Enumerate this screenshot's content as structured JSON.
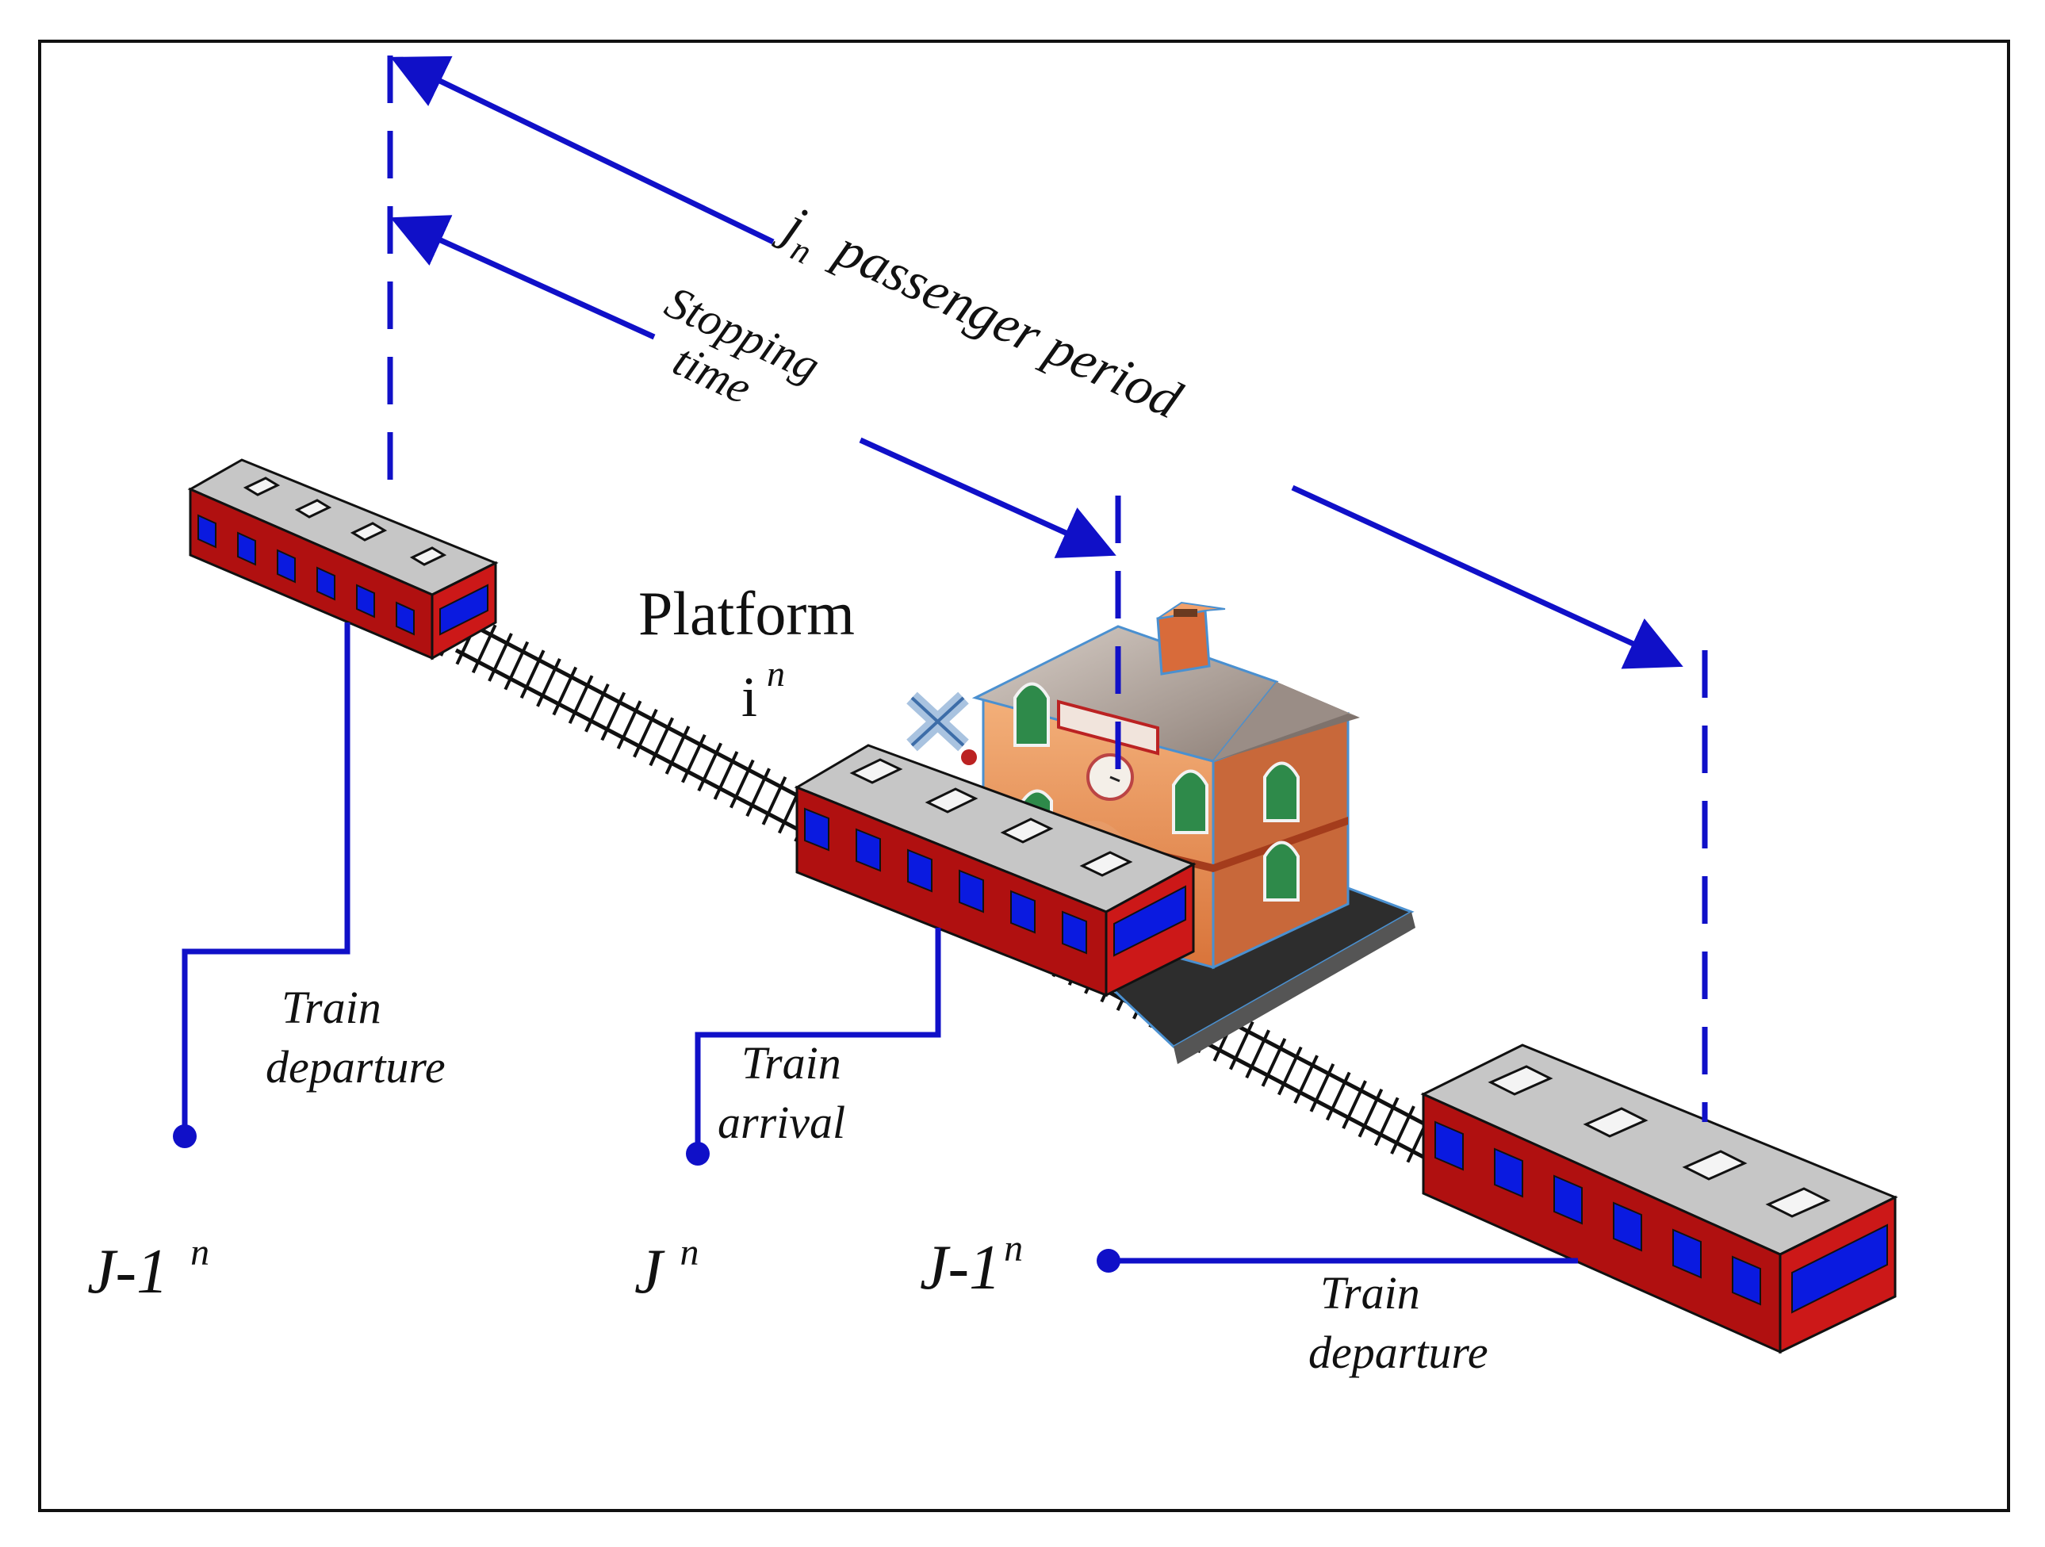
{
  "labels": {
    "period": "passenger period",
    "period_var": "j",
    "period_sub": "n",
    "stopping_line1": "Stopping",
    "stopping_line2": "time",
    "platform_line1": "Platform",
    "platform_base": "i",
    "platform_sup": "n",
    "dep_left_line1": "Train",
    "dep_left_line2": "departure",
    "arrival_line1": "Train",
    "arrival_line2": "arrival",
    "dep_right_line1": "Train",
    "dep_right_line2": "departure",
    "node_left_base": "J-1",
    "node_left_sup": "n",
    "node_mid_base": "J",
    "node_mid_sup": "n",
    "node_right_base": "J-1",
    "node_right_sup": "n"
  },
  "colors": {
    "annotation_blue": "#1010c8",
    "train_body_red": "#b01010",
    "train_roof_grey": "#c6c6c6",
    "train_window_blue": "#0a1ae0",
    "track_black": "#111111",
    "station_wall": "#e9955a",
    "station_roof": "#b0a29a"
  }
}
